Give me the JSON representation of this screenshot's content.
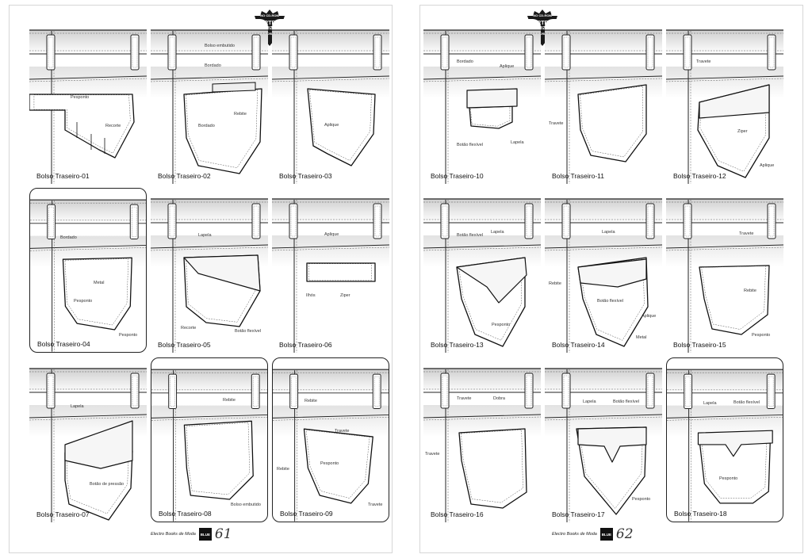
{
  "badge": {
    "top": "NO CD-ROM",
    "line1": "ARTES",
    "line2": "VETORIZADAS",
    "bottom": "COLORIDAS"
  },
  "pages": [
    {
      "footer": {
        "book": "Electro Books de Moda",
        "logo": "BLUE",
        "page_number": "61"
      },
      "cards": [
        {
          "title": "Bolso Traseiro-01",
          "labels": [
            "Pesponto",
            "Recorte"
          ]
        },
        {
          "title": "Bolso Traseiro-02",
          "labels": [
            "Bolso embutido",
            "Bordado",
            "Rebite",
            "Bordado"
          ]
        },
        {
          "title": "Bolso Traseiro-03",
          "labels": [
            "Aplique"
          ]
        },
        {
          "title": "Bolso Traseiro-04",
          "labels": [
            "Bordado",
            "Metal",
            "Pesponto",
            "Pesponto"
          ]
        },
        {
          "title": "Bolso Traseiro-05",
          "labels": [
            "Lapela",
            "Recorte",
            "Botão flexível"
          ]
        },
        {
          "title": "Bolso Traseiro-06",
          "labels": [
            "Aplique",
            "Ilhós",
            "Ziper"
          ]
        },
        {
          "title": "Bolso Traseiro-07",
          "labels": [
            "Lapela",
            "Botão de pressão"
          ]
        },
        {
          "title": "Bolso Traseiro-08",
          "labels": [
            "Rebite",
            "Bolso embutido"
          ]
        },
        {
          "title": "Bolso Traseiro-09",
          "labels": [
            "Rebite",
            "Travete",
            "Pesponto",
            "Rebite",
            "Travete"
          ]
        }
      ]
    },
    {
      "footer": {
        "book": "Electro Books de Moda",
        "logo": "BLUE",
        "page_number": "62"
      },
      "cards": [
        {
          "title": "Bolso Traseiro-10",
          "labels": [
            "Bordado",
            "Aplique",
            "Botão flexível",
            "Lapela"
          ]
        },
        {
          "title": "Bolso Traseiro-11",
          "labels": [
            "Travete"
          ]
        },
        {
          "title": "Bolso Traseiro-12",
          "labels": [
            "Travete",
            "Ziper",
            "Aplique"
          ]
        },
        {
          "title": "Bolso Traseiro-13",
          "labels": [
            "Botão flexível",
            "Lapela",
            "Pesponto"
          ]
        },
        {
          "title": "Bolso Traseiro-14",
          "labels": [
            "Lapela",
            "Rebite",
            "Botão flexível",
            "Aplique",
            "Metal"
          ]
        },
        {
          "title": "Bolso Traseiro-15",
          "labels": [
            "Travete",
            "Rebite",
            "Pesponto"
          ]
        },
        {
          "title": "Bolso Traseiro-16",
          "labels": [
            "Travete",
            "Dobra",
            "Travete"
          ]
        },
        {
          "title": "Bolso Traseiro-17",
          "labels": [
            "Lapela",
            "Botão flexível",
            "Pesponto"
          ]
        },
        {
          "title": "Bolso Traseiro-18",
          "labels": [
            "Lapela",
            "Botão flexível",
            "Pesponto"
          ]
        }
      ]
    }
  ]
}
